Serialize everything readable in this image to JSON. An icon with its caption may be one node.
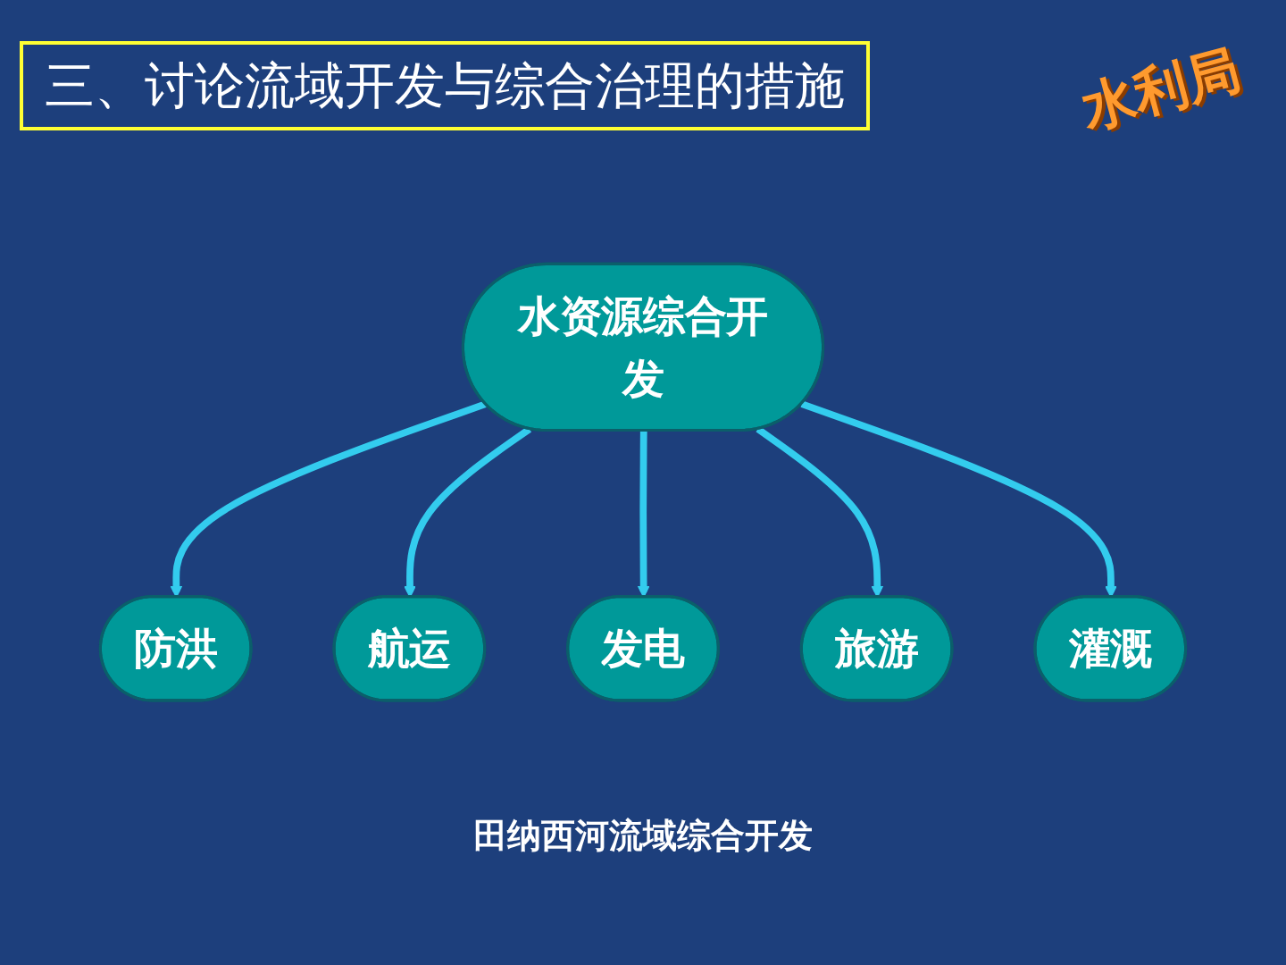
{
  "diagram": {
    "title": "三、讨论流域开发与综合治理的措施",
    "caption": "田纳西河流域综合开发",
    "nodes": [
      {
        "text": [
          "航运"
        ]
      },
      {
        "text": [
          "防洪"
        ]
      },
      {
        "text": [
          "发电"
        ]
      },
      {
        "text": [
          "水资源综合开发"
        ]
      },
      {
        "text": [
          "旅游"
        ]
      },
      {
        "text": [
          "灌溉"
        ]
      }
    ],
    "edges": [
      {
        "from": 3,
        "to": 1,
        "arrow": "to"
      },
      {
        "from": 3,
        "to": 0,
        "arrow": "to"
      },
      {
        "from": 3,
        "to": 2,
        "arrow": "to"
      },
      {
        "from": 3,
        "to": 4,
        "arrow": "to"
      },
      {
        "from": 3,
        "to": 5,
        "arrow": "to"
      }
    ],
    "labels": [
      "水利局"
    ]
  }
}
